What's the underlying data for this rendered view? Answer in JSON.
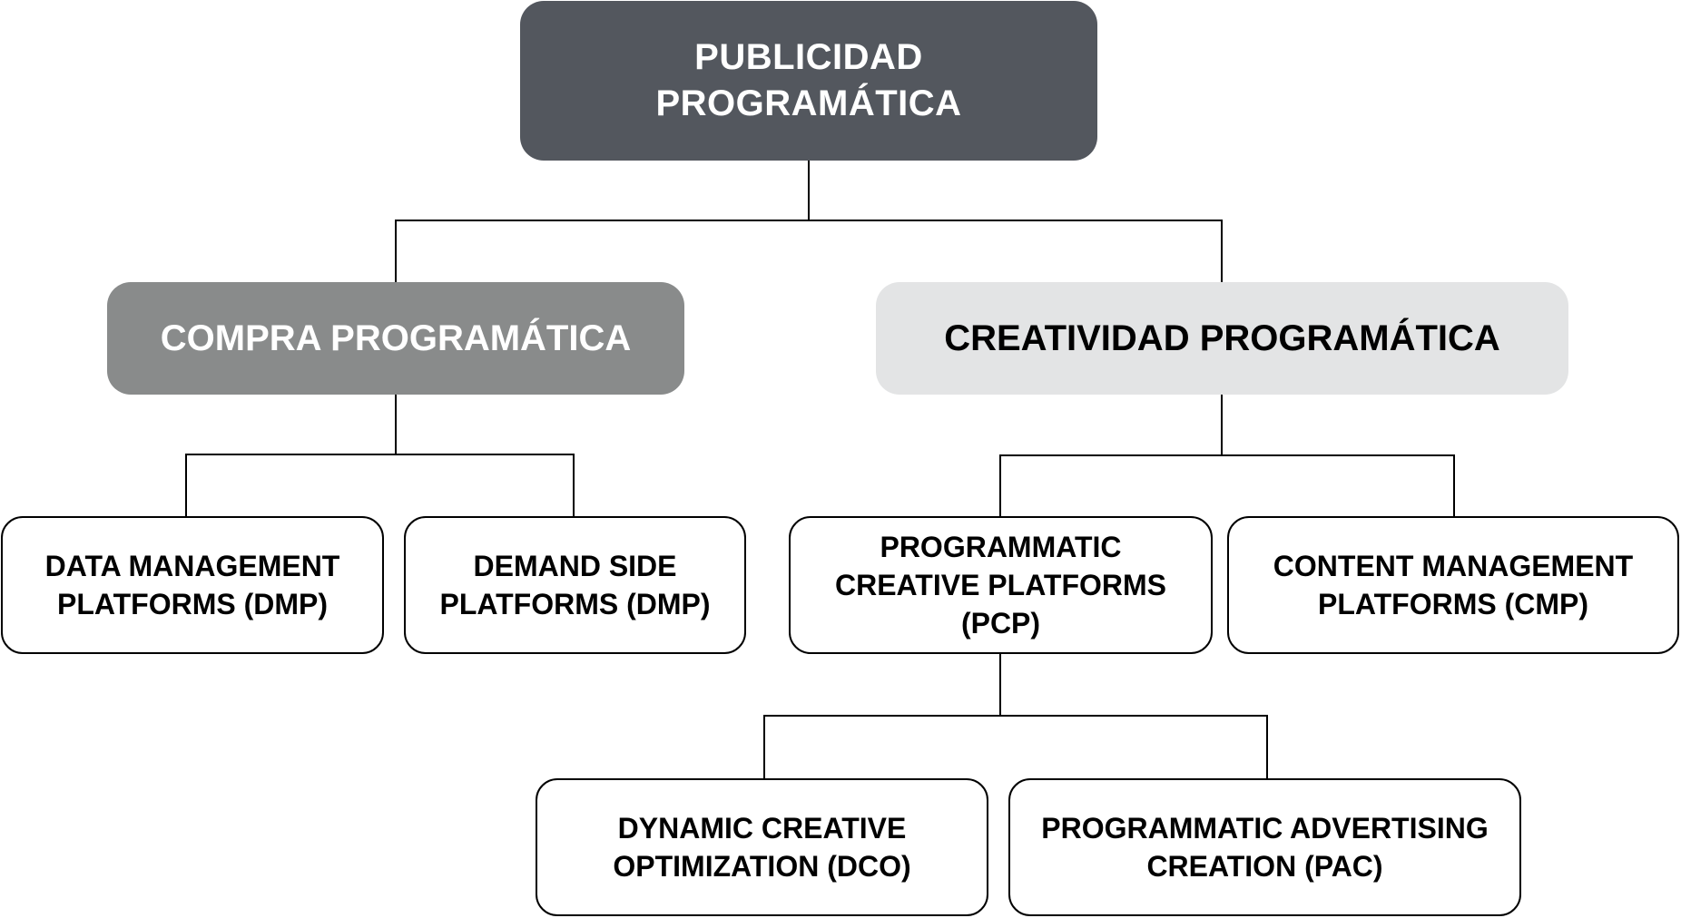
{
  "colors": {
    "root_fill": "#53575e",
    "root_text": "#ffffff",
    "compra_fill": "#898b8b",
    "compra_text": "#ffffff",
    "creatividad_fill": "#e3e4e5",
    "creatividad_text": "#000000",
    "leaf_fill": "#ffffff",
    "leaf_border": "#000000",
    "leaf_text": "#000000",
    "connector": "#000000"
  },
  "root": {
    "label": "PUBLICIDAD\nPROGRAMÁTICA"
  },
  "compra": {
    "label": "COMPRA PROGRAMÁTICA",
    "children": [
      {
        "label": "DATA MANAGEMENT\nPLATFORMS (DMP)"
      },
      {
        "label": "DEMAND SIDE\nPLATFORMS (DMP)"
      }
    ]
  },
  "creatividad": {
    "label": "CREATIVIDAD PROGRAMÁTICA",
    "children": [
      {
        "label": "PROGRAMMATIC\nCREATIVE  PLATFORMS\n(PCP)",
        "children": [
          {
            "label": "DYNAMIC CREATIVE\nOPTIMIZATION (DCO)"
          },
          {
            "label": "PROGRAMMATIC ADVERTISING\nCREATION (PAC)"
          }
        ]
      },
      {
        "label": "CONTENT MANAGEMENT\nPLATFORMS (CMP)"
      }
    ]
  }
}
